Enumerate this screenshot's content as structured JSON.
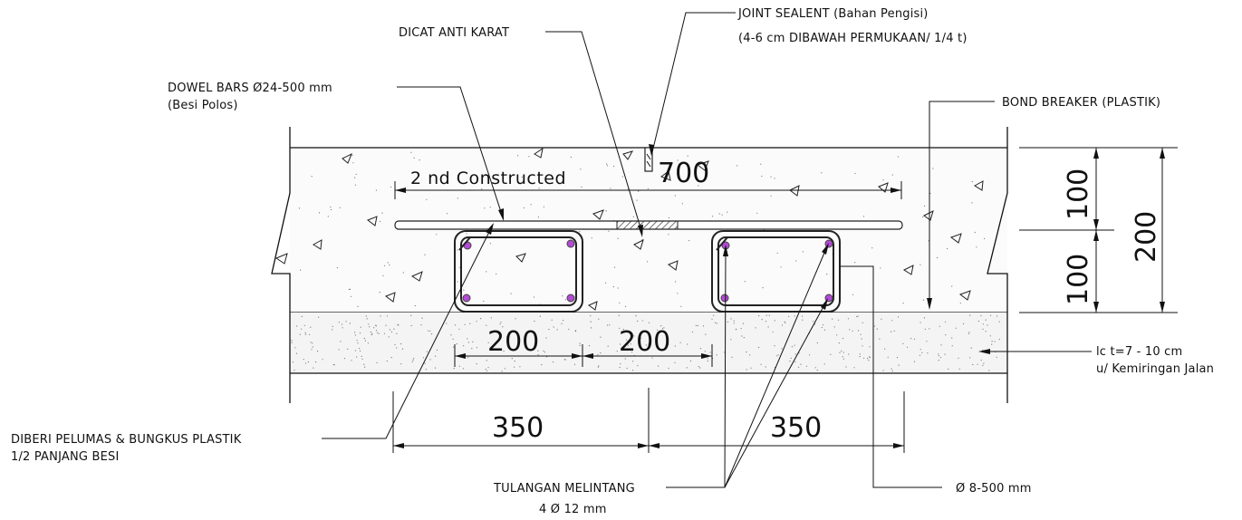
{
  "labels": {
    "dicat": "DICAT ANTI KARAT",
    "joint_1": "JOINT SEALENT (Bahan Pengisi)",
    "joint_2": "(4-6 cm DIBAWAH PERMUKAAN/ 1/4 t)",
    "dowel_1": "DOWEL BARS Ø24-500 mm",
    "dowel_2": "(Besi Polos)",
    "bond": "BOND BREAKER (PLASTIK)",
    "constructed": "2 nd Constructed",
    "lc_1": "lc t=7 - 10 cm",
    "lc_2": "u/ Kemiringan Jalan",
    "pelumas_1": "DIBERI PELUMAS & BUNGKUS PLASTIK",
    "pelumas_2": "1/2 PANJANG BESI",
    "tulangan_1": "TULANGAN MELINTANG",
    "tulangan_2": "4 Ø 12 mm",
    "sengkang": "Ø 8-500 mm"
  },
  "dimensions": {
    "d700": "700",
    "d100_top": "100",
    "d100_bottom": "100",
    "d200_right": "200",
    "d200_left": "200",
    "d200_mid": "200",
    "d350_left": "350",
    "d350_right": "350"
  }
}
